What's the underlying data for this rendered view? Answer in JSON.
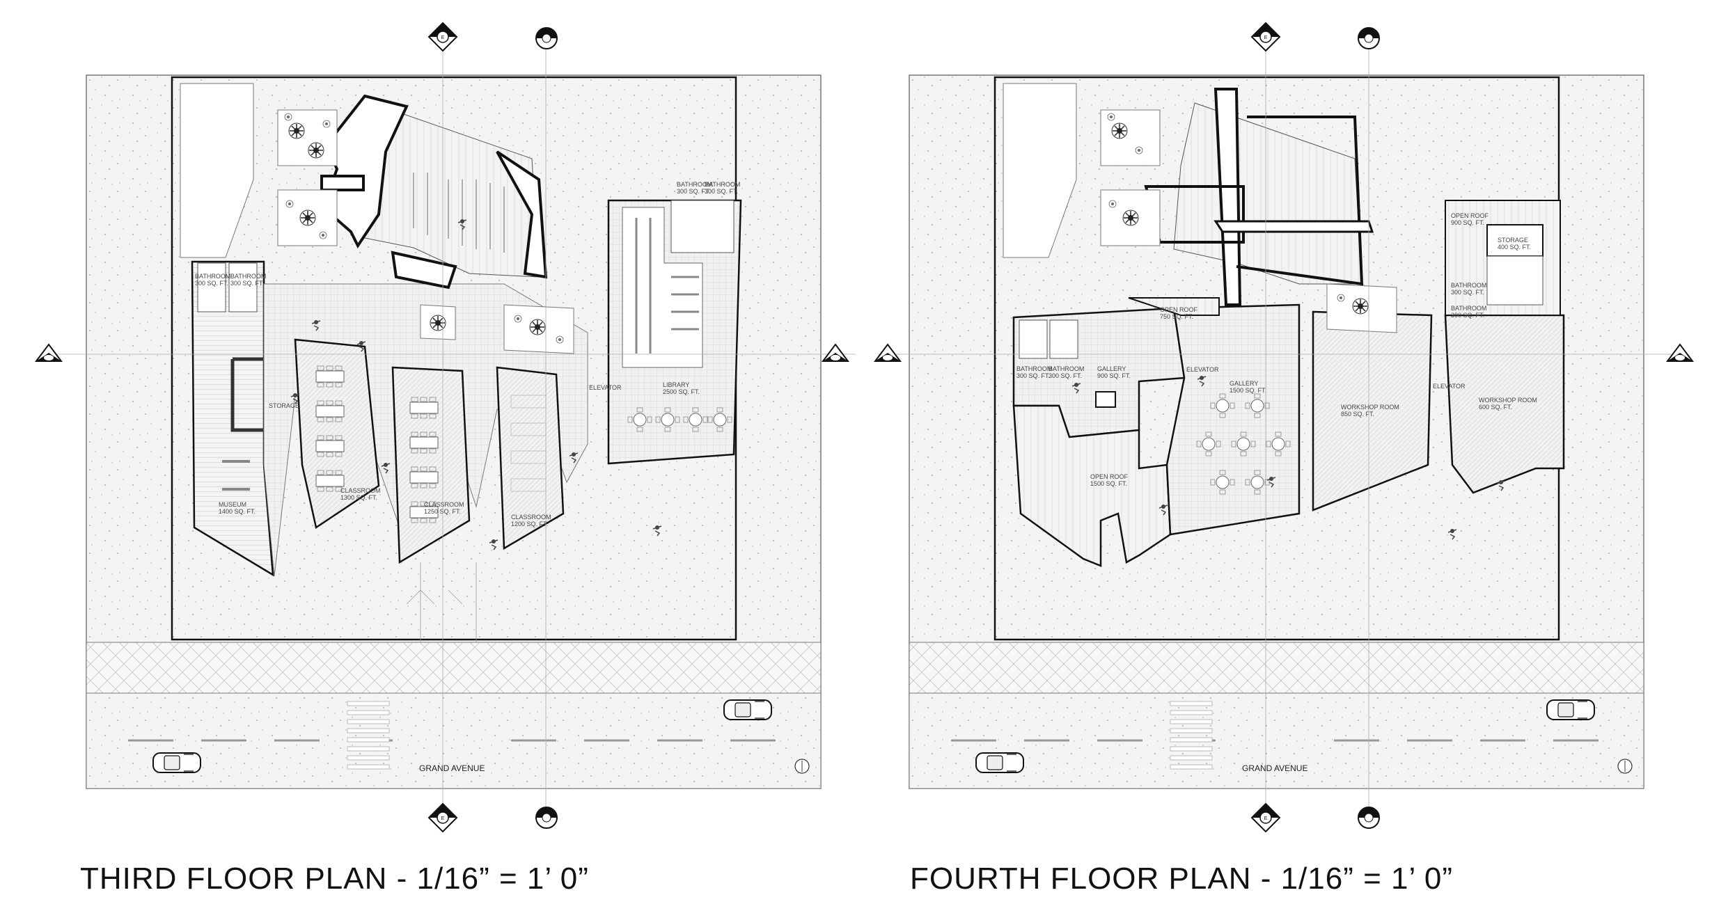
{
  "plans": [
    {
      "caption": "THIRD FLOOR PLAN - 1/16” = 1’ 0”",
      "street": "GRAND AVENUE",
      "rooms": [
        {
          "name": "BATHROOM",
          "area": "300 SQ. FT."
        },
        {
          "name": "BATHROOM",
          "area": "300 SQ. FT."
        },
        {
          "name": "BATHROOM",
          "area": "300 SQ. FT."
        },
        {
          "name": "BATHROOM",
          "area": "300 SQ. FT."
        },
        {
          "name": "STORAGE",
          "area": ""
        },
        {
          "name": "MUSEUM",
          "area": "1400 SQ. FT."
        },
        {
          "name": "CLASSROOM",
          "area": "1300 SQ. FT."
        },
        {
          "name": "CLASSROOM",
          "area": "1250 SQ. FT."
        },
        {
          "name": "CLASSROOM",
          "area": "1200 SQ. FT."
        },
        {
          "name": "ELEVATOR",
          "area": ""
        },
        {
          "name": "LIBRARY",
          "area": "2500 SQ. FT."
        }
      ]
    },
    {
      "caption": "FOURTH FLOOR PLAN - 1/16” = 1’ 0”",
      "street": "GRAND AVENUE",
      "rooms": [
        {
          "name": "BATHROOM",
          "area": "300 SQ. FT."
        },
        {
          "name": "BATHROOM",
          "area": "300 SQ. FT."
        },
        {
          "name": "GALLERY",
          "area": "900 SQ. FT."
        },
        {
          "name": "OPEN ROOF",
          "area": "750 SQ. FT."
        },
        {
          "name": "ELEVATOR",
          "area": ""
        },
        {
          "name": "OPEN ROOF",
          "area": "1500 SQ. FT."
        },
        {
          "name": "GALLERY",
          "area": "1500 SQ. FT."
        },
        {
          "name": "WORKSHOP ROOM",
          "area": "850 SQ. FT."
        },
        {
          "name": "ELEVATOR",
          "area": ""
        },
        {
          "name": "WORKSHOP ROOM",
          "area": "600 SQ. FT."
        },
        {
          "name": "OPEN ROOF",
          "area": "900 SQ. FT."
        },
        {
          "name": "STORAGE",
          "area": "400 SQ. FT."
        },
        {
          "name": "BATHROOM",
          "area": "300 SQ. FT."
        },
        {
          "name": "BATHROOM",
          "area": "300 SQ. FT."
        }
      ]
    }
  ]
}
